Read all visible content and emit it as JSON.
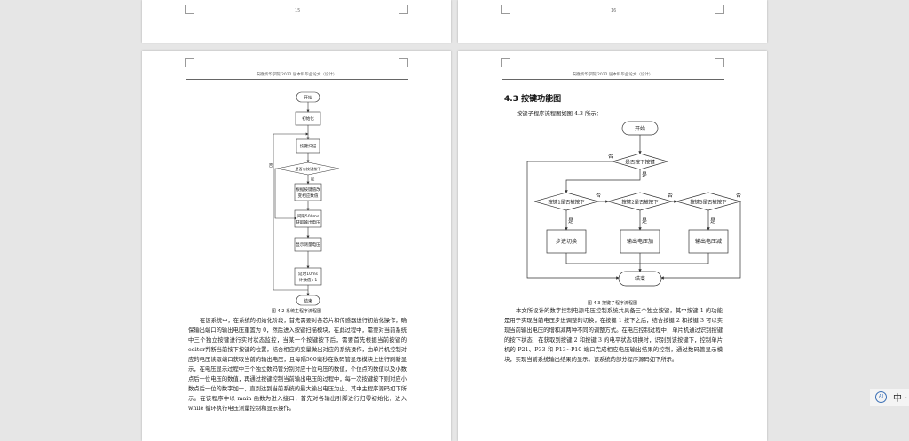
{
  "top_pages": {
    "left_number": "15",
    "right_number": "16"
  },
  "left_page": {
    "header": "安徽新华学院 2022 届本科毕业论文（设计）",
    "flowchart": {
      "start": "开始",
      "init": "初始化",
      "scan": "按键扫描",
      "decision": "是否有按键按下",
      "no": "否",
      "yes": "是",
      "process": [
        "根据按键值改",
        "变相应数值"
      ],
      "sample": [
        "间隔500ms",
        "获取输出电压"
      ],
      "display": "显示测量电压",
      "delay": [
        "延时10ms",
        "计数值+1"
      ],
      "end": "结束"
    },
    "caption": "图 4.2 系统主程序流程图",
    "paragraph": "在该系统中，在系统的初始化阶段，首先需要对各芯片和传感器进行初始化操作，确保输出端口的输出电压重置为 0，然后进入按键扫描模块，在此过程中，需要对当前系统中三个独立按键进行实时状态监控，当某一个按键按下后，需要首先根据当前按键的editor判断当前按下按键的位置，结合相应的变量做出对应的系统操作，由单片机控制对应的电压读取端口获取当前的输出电压，且每隔500毫秒在数码管显示模块上进行刷新显示，在电压显示过程中三个独立数码管分别对应十位电压的数值，个位点的数值以及小数点后一位电压的数值，再通过按键控制当前输出电压的过程中，每一次按键按下则对应小数点后一位的数字加一，直到达到当前系统的最大输出电压为止，其中主程序源码如下所示。在该程序中以 main 函数为进入接口，首先对各输出引脚进行归零初始化，进入 while 循环执行电压测量控制和显示操作。"
  },
  "right_page": {
    "header": "安徽新华学院 2022 届本科毕业论文（设计）",
    "section_title": "4.3  按键功能图",
    "intro": "按键子程序流程图如图 4.3 所示：",
    "flowchart": {
      "start": "开始",
      "decision_main": "是否按下按键",
      "no": "否",
      "yes": "是",
      "decision_1": "按键1是否被按下",
      "decision_2": "按键2是否被按下",
      "decision_3": "按键3是否被按下",
      "action_1": "步进切换",
      "action_2": "输出电压加",
      "action_3": "输出电压减",
      "end": "结束"
    },
    "caption": "图 4.3 按键子程序流程图",
    "paragraph": "本文所设计的数字控制电源电压控制系统共具备三个独立按键，其中按键 1 的功能是用于实现当前电压步进调整的切换，在按键 1 按下之后，结合按键 2 和按键 3 可以实现当前输出电压的增和减两种不同的调整方式。在电压控制过程中，单片机通过识别按键的按下状态，在获取到按键 2 和按键 3 的电平状态切换时，识别到该按键下，控制单片机的 P21、P33 和 P13~P10 端口完成相应电压输出结果的控制，通过数码管显示模块，实现当前系统输出结果的显示。该系统的部分程序源码如下所示。"
  },
  "tray": {
    "icon": "ime-icon",
    "icon_text": "AI",
    "text": "中 ·"
  }
}
